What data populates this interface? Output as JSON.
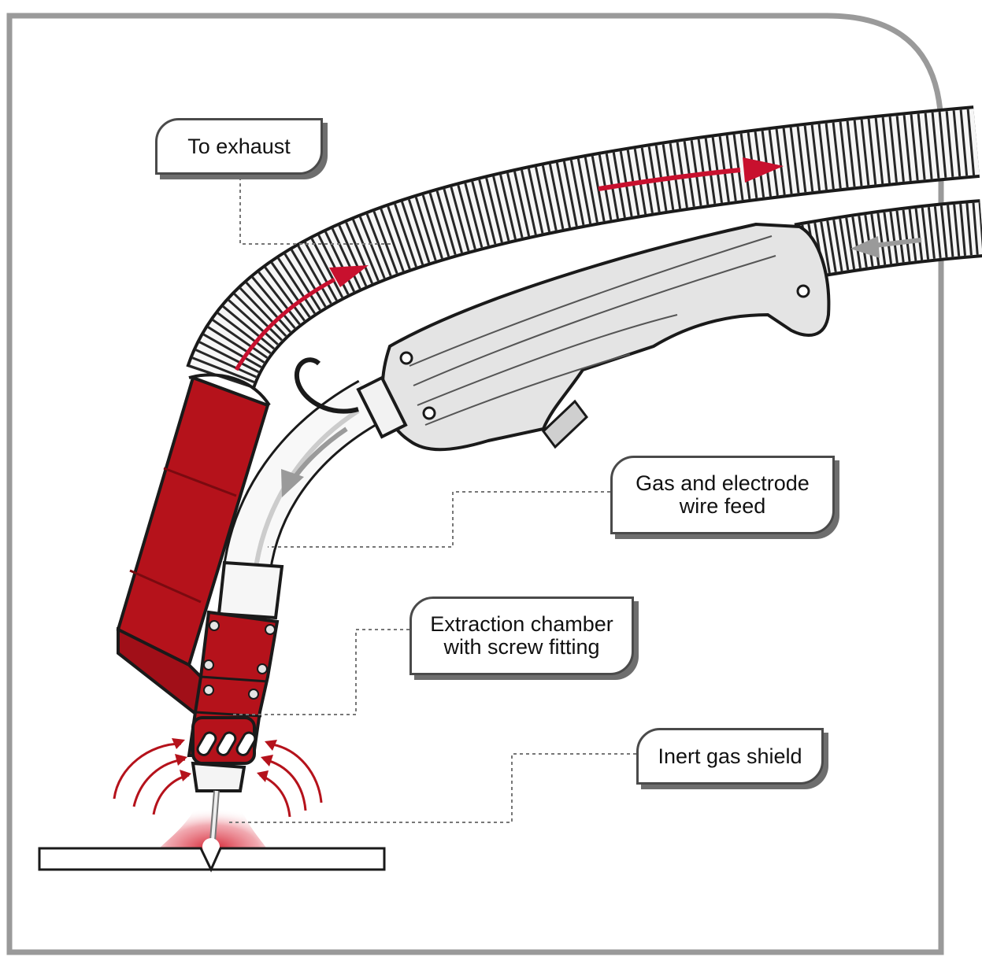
{
  "labels": {
    "exhaust": "To exhaust",
    "gas_wire_line1": "Gas and electrode",
    "gas_wire_line2": "wire feed",
    "chamber_line1": "Extraction chamber",
    "chamber_line2": "with screw fitting",
    "shield": "Inert gas shield"
  },
  "colors": {
    "accent_red": "#b5121b",
    "arrow_red": "#c8102e",
    "frame_grey": "#9a9a9a",
    "outline": "#1a1a1a",
    "handle_grey": "#e4e4e4"
  }
}
